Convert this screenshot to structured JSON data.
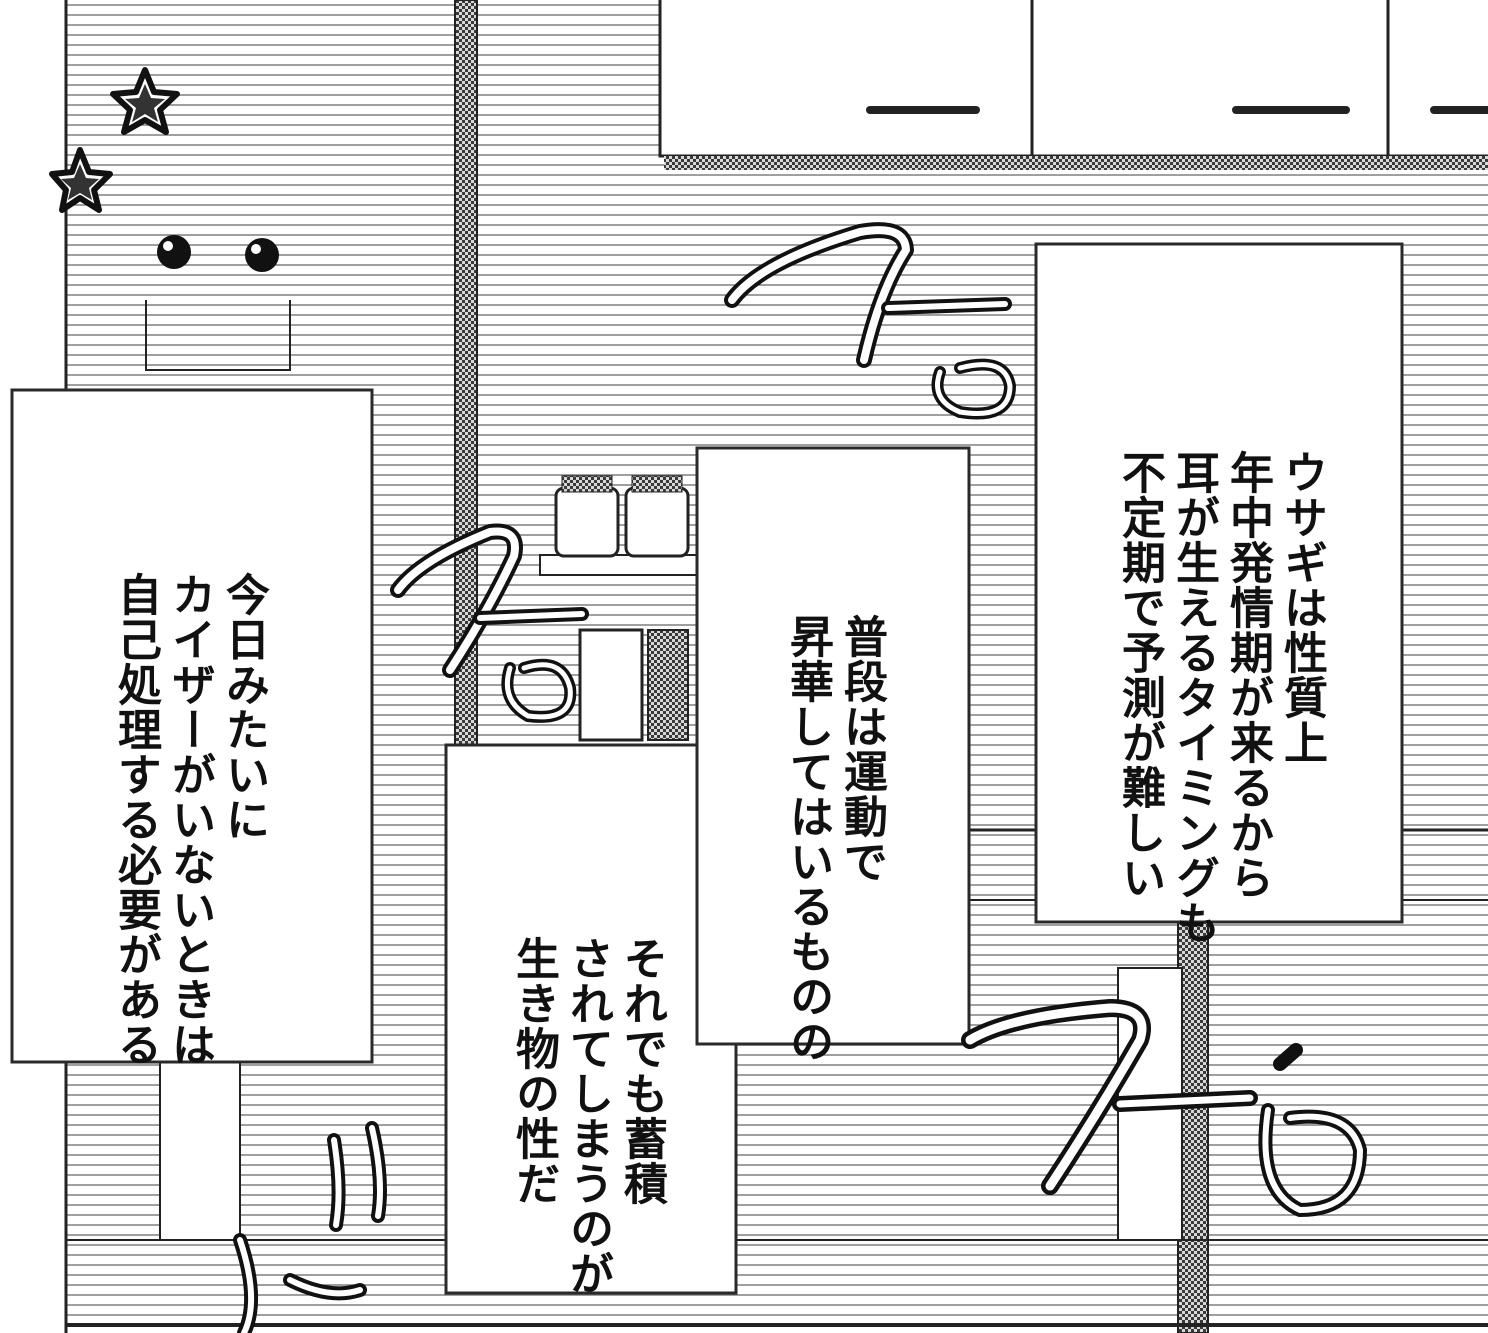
{
  "colors": {
    "ink": "#111111",
    "paper": "#ffffff",
    "line": "#2a2a2a"
  },
  "captions": {
    "rabbit_nature": [
      "ウサギは性質上",
      "年中発情期が来るから",
      "耳が生えるタイミングも",
      "不定期で予測が難しい"
    ],
    "sublimation": [
      "普段は運動で",
      "昇華してはいるものの"
    ],
    "accumulation": [
      "それでも蓄積",
      "されてしまうのが",
      "生き物の性だ"
    ],
    "self_handle": [
      "今日みたいに",
      "カイザーがいないときは",
      "自己処理する必要がある"
    ]
  },
  "sfx": [
    "スゥ",
    "スゥ",
    "スゥ"
  ],
  "icons": [
    "star-icon",
    "star-icon",
    "eye-dots-icon"
  ]
}
